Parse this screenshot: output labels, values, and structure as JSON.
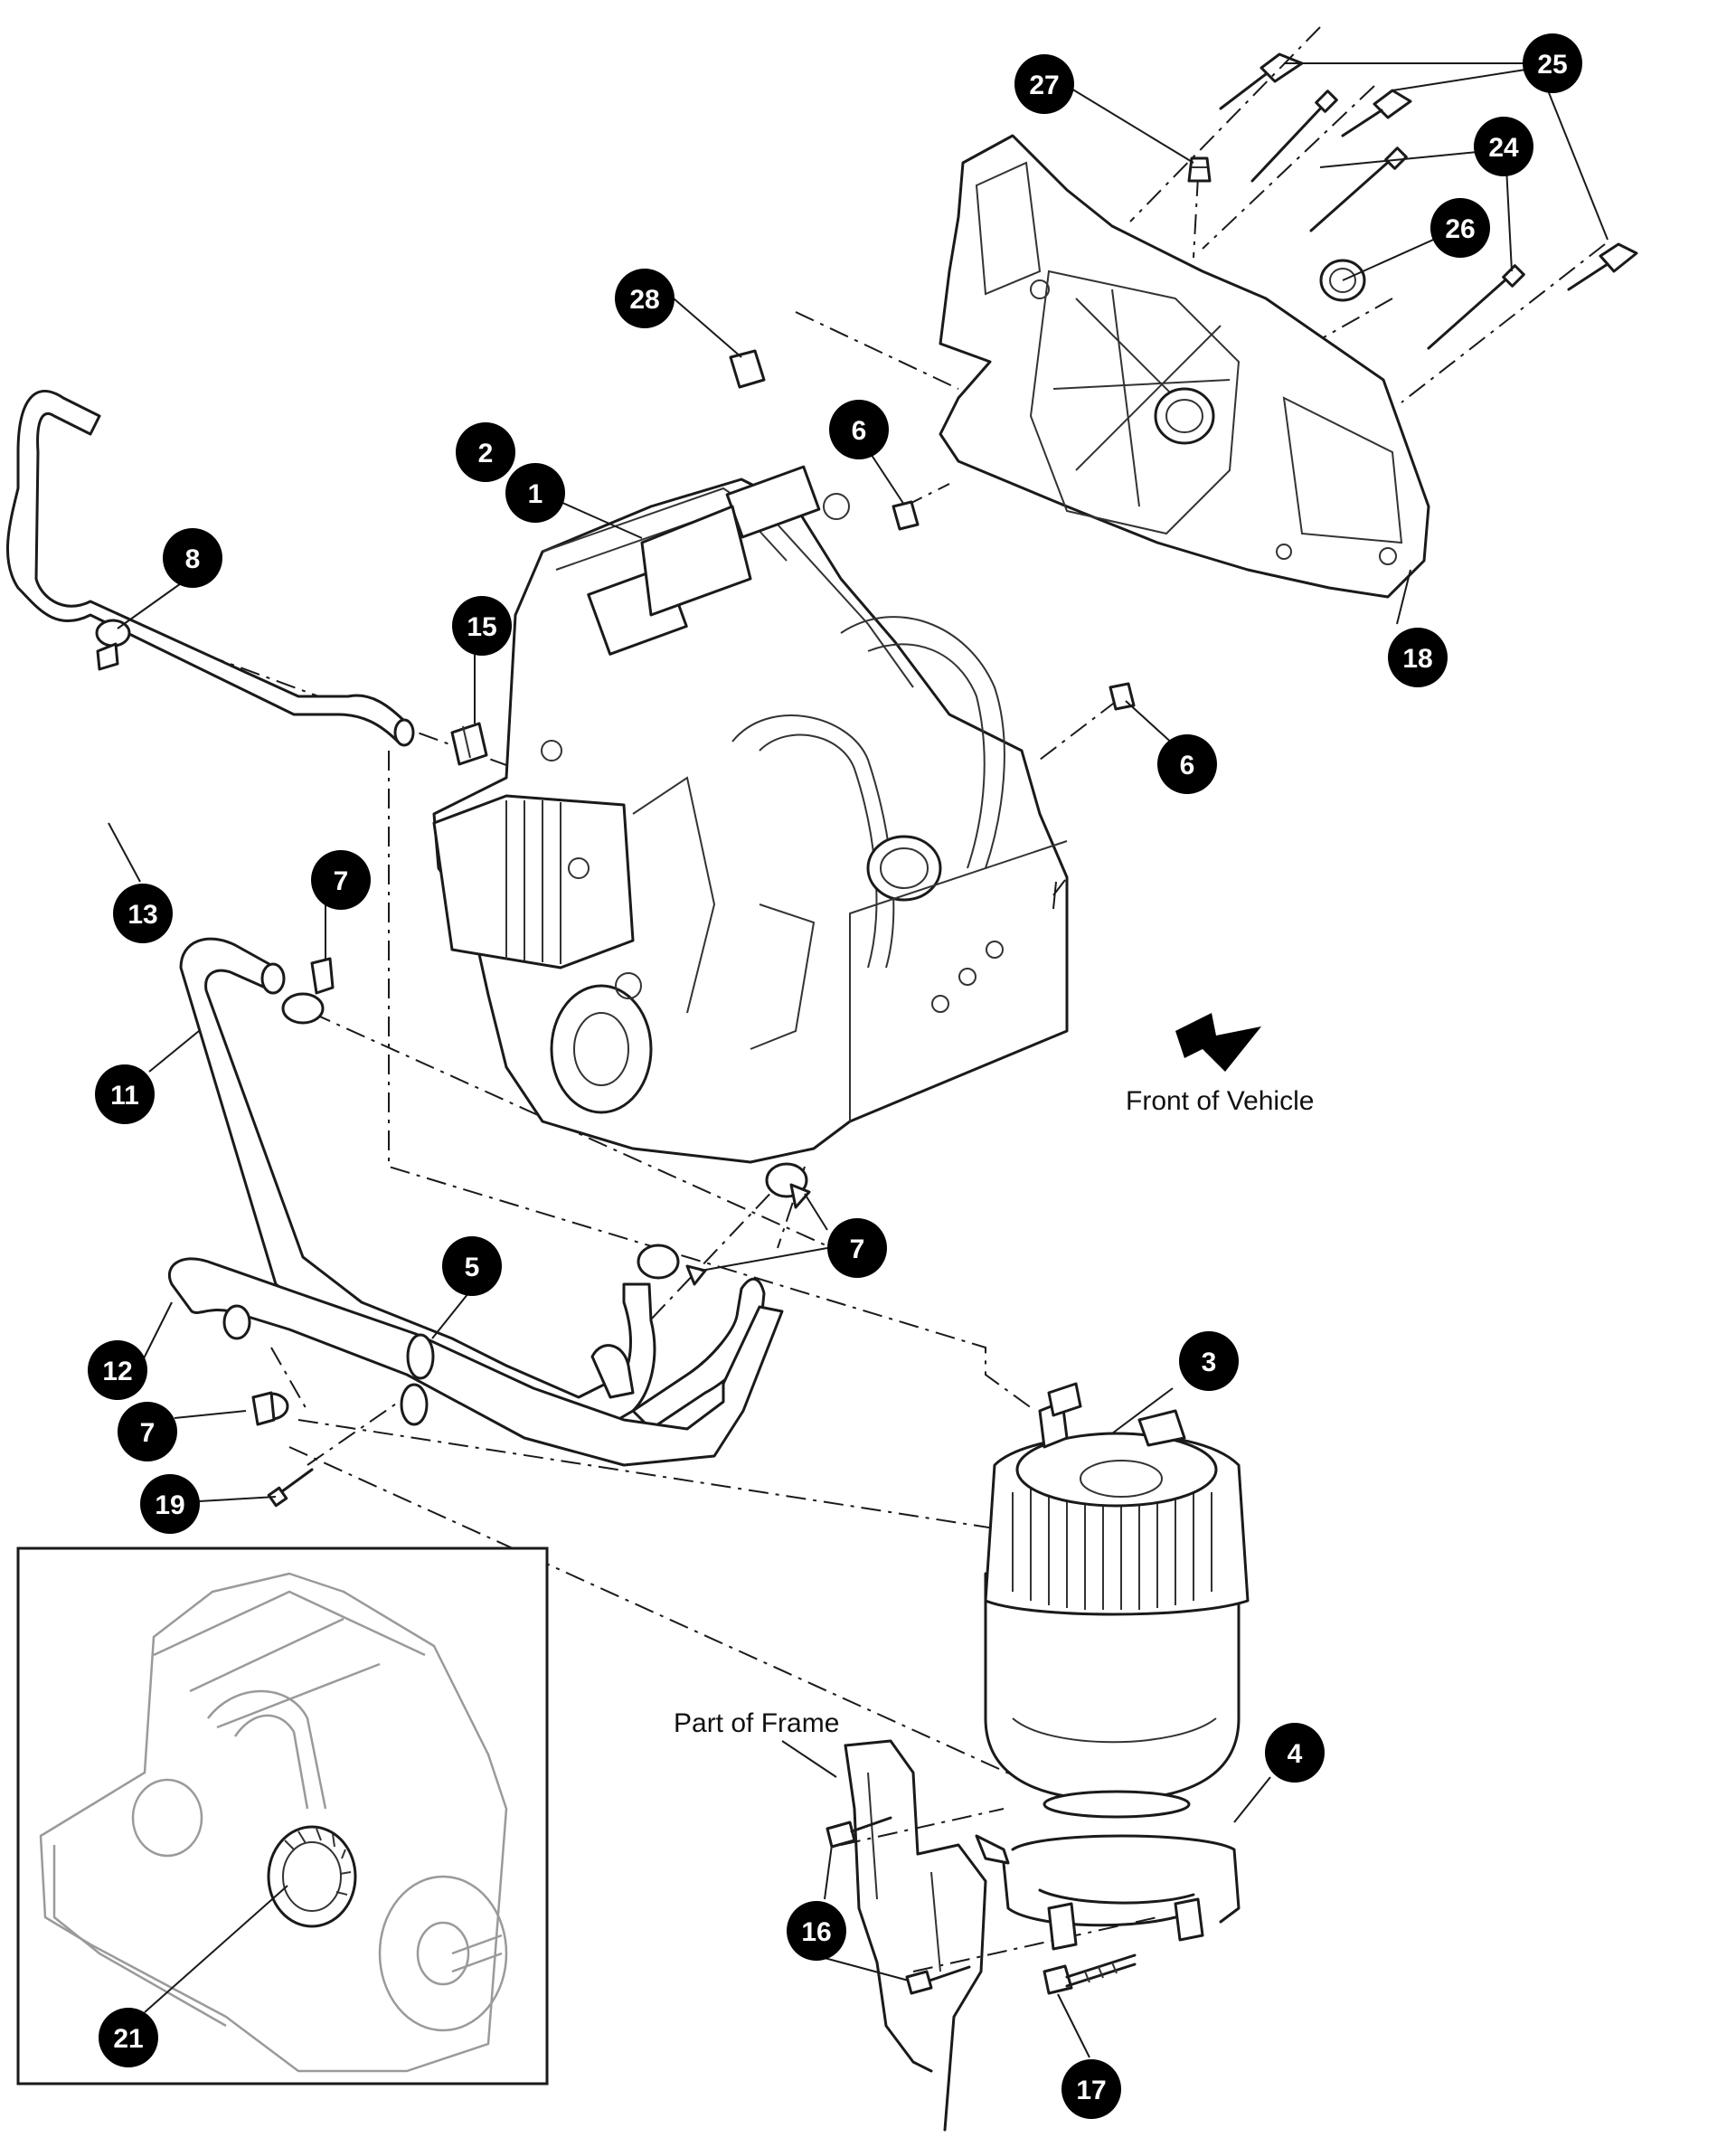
{
  "labels": {
    "front_of_vehicle": "Front of Vehicle",
    "part_of_frame": "Part of Frame"
  },
  "callouts": {
    "c1": "1",
    "c2": "2",
    "c3": "3",
    "c4": "4",
    "c5": "5",
    "c6a": "6",
    "c6b": "6",
    "c7a": "7",
    "c7b": "7",
    "c7c": "7",
    "c8": "8",
    "c11": "11",
    "c12": "12",
    "c13": "13",
    "c15": "15",
    "c16": "16",
    "c17": "17",
    "c18": "18",
    "c19": "19",
    "c21": "21",
    "c24": "24",
    "c25": "25",
    "c26": "26",
    "c27": "27",
    "c28": "28"
  },
  "colors": {
    "callout_fill": "#000000",
    "callout_text": "#ffffff",
    "line_art": "#1a1a1a",
    "background": "#ffffff"
  }
}
